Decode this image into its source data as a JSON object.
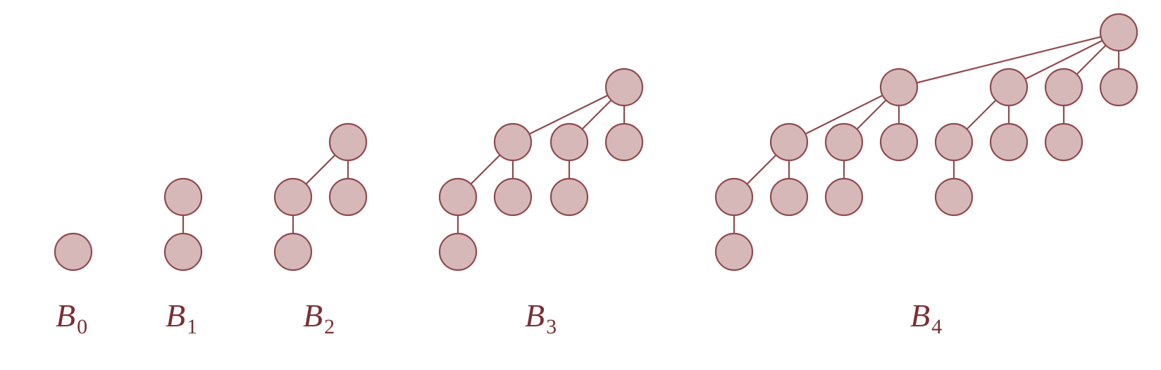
{
  "diagram": {
    "colors": {
      "node_fill": "#d7b8b8",
      "node_stroke": "#8f4a4e",
      "label": "#7a2f34"
    },
    "trees": [
      {
        "id": "b0",
        "label_main": "B",
        "label_sub": "0",
        "node_count": 1
      },
      {
        "id": "b1",
        "label_main": "B",
        "label_sub": "1",
        "node_count": 2
      },
      {
        "id": "b2",
        "label_main": "B",
        "label_sub": "2",
        "node_count": 4
      },
      {
        "id": "b3",
        "label_main": "B",
        "label_sub": "3",
        "node_count": 8
      },
      {
        "id": "b4",
        "label_main": "B",
        "label_sub": "4",
        "node_count": 16
      }
    ]
  }
}
